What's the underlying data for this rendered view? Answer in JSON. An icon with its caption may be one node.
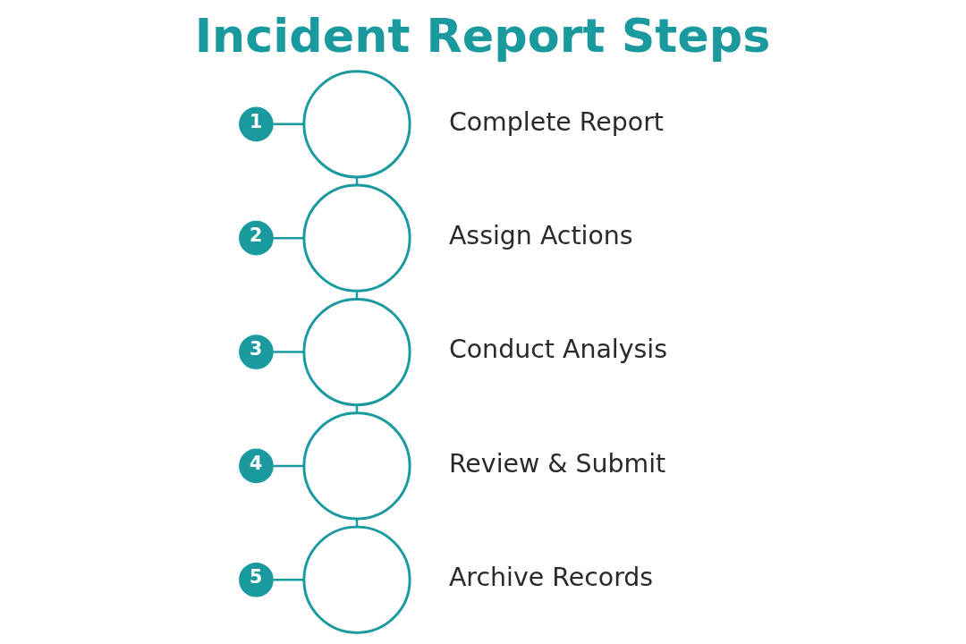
{
  "diagram": {
    "title": "Incident Report Steps",
    "nodes": [
      {
        "text": [
          "1"
        ]
      },
      {
        "text": [],
        "shape": "circle",
        "beside": [
          "Complete Report"
        ]
      },
      {
        "text": [
          "2"
        ]
      },
      {
        "text": [],
        "shape": "circle",
        "beside": [
          "Assign Actions"
        ]
      },
      {
        "text": [
          "3"
        ]
      },
      {
        "text": [],
        "shape": "circle",
        "beside": [
          "Conduct Analysis"
        ]
      },
      {
        "text": [
          "4"
        ]
      },
      {
        "text": [],
        "shape": "circle",
        "beside": [
          "Review & Submit"
        ]
      },
      {
        "text": [
          "5"
        ]
      },
      {
        "text": [],
        "shape": "circle",
        "beside": [
          "Archive Records"
        ]
      }
    ],
    "edges": [
      {
        "from": 0,
        "to": 1,
        "arrow": "none"
      },
      {
        "from": 1,
        "to": 3,
        "arrow": "none"
      },
      {
        "from": 2,
        "to": 3,
        "arrow": "none"
      },
      {
        "from": 3,
        "to": 5,
        "arrow": "none"
      },
      {
        "from": 4,
        "to": 5,
        "arrow": "none"
      },
      {
        "from": 5,
        "to": 7,
        "arrow": "none"
      },
      {
        "from": 6,
        "to": 7,
        "arrow": "none"
      },
      {
        "from": 7,
        "to": 9,
        "arrow": "none"
      },
      {
        "from": 8,
        "to": 9,
        "arrow": "none"
      }
    ]
  }
}
